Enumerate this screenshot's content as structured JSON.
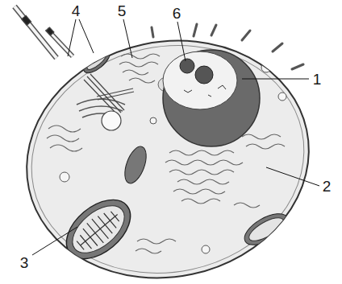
{
  "diagram": {
    "labels": [
      "4",
      "5",
      "6",
      "1",
      "2",
      "3"
    ]
  }
}
